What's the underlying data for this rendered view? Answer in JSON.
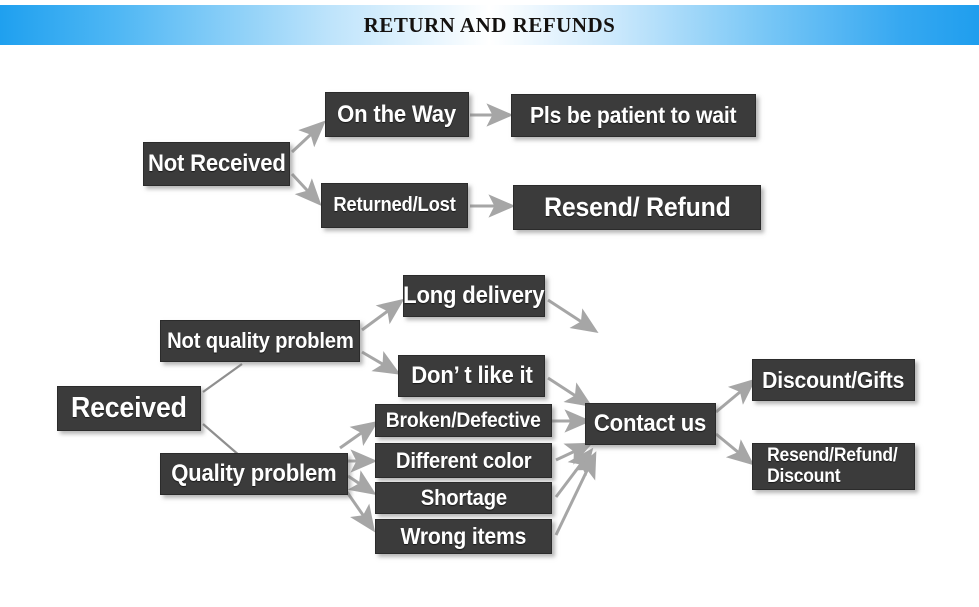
{
  "header": {
    "title": "RETURN AND REFUNDS",
    "gradient_start": "#1fa0ef",
    "gradient_mid": "#ffffff",
    "gradient_end": "#1f9eee"
  },
  "theme": {
    "box_fill": "#3b3b3b",
    "box_text": "#ffffff",
    "arrow_color": "#a6a6a6",
    "page_background": "#ffffff"
  },
  "diagram": {
    "type": "flowchart",
    "branches": [
      {
        "id": "not-received",
        "root": "Not Received",
        "children": [
          {
            "label": "On the Way",
            "result": "Pls be patient to wait"
          },
          {
            "label": "Returned/Lost",
            "result": "Resend/ Refund"
          }
        ]
      },
      {
        "id": "received",
        "root": "Received",
        "children": [
          {
            "label": "Not quality problem",
            "reasons": [
              "Long delivery",
              "Don’  t like it"
            ]
          },
          {
            "label": "Quality problem",
            "reasons": [
              "Broken/Defective",
              "Different color",
              "Shortage",
              "Wrong items"
            ]
          }
        ],
        "action": "Contact us",
        "outcomes": [
          "Discount/Gifts",
          "Resend/Refund/\nDiscount"
        ]
      }
    ]
  },
  "nodes": {
    "not_received": "Not Received",
    "on_the_way": "On the Way",
    "returned_lost": "Returned/Lost",
    "pls_be_patient": "Pls be patient to wait",
    "resend_refund": "Resend/ Refund",
    "received": "Received",
    "not_quality_problem": "Not quality problem",
    "quality_problem": "Quality problem",
    "long_delivery": "Long delivery",
    "dont_like_it": "Don’  t like it",
    "broken_defective": "Broken/Defective",
    "different_color": "Different color",
    "shortage": "Shortage",
    "wrong_items": "Wrong items",
    "contact_us": "Contact us",
    "discount_gifts": "Discount/Gifts",
    "resend_refund_discount_line1": "Resend/Refund/",
    "resend_refund_discount_line2": "Discount"
  }
}
